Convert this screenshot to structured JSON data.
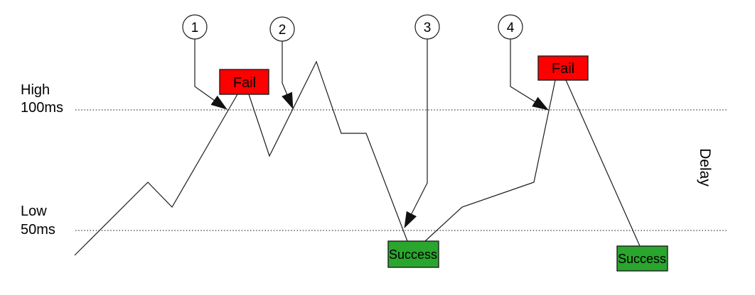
{
  "thresholds": {
    "high": {
      "label": "High",
      "value": "100ms"
    },
    "low": {
      "label": "Low",
      "value": "50ms"
    }
  },
  "axis": {
    "label": "Delay"
  },
  "boxes": {
    "fail_label": "Fail",
    "success_label": "Success"
  },
  "callouts": [
    {
      "number": "1"
    },
    {
      "number": "2"
    },
    {
      "number": "3"
    },
    {
      "number": "4"
    }
  ],
  "colors": {
    "fail_fill": "#ff0000",
    "success_fill": "#2aa52e"
  },
  "curve": {
    "segments": [
      "105,360 208,257 242,292 334,133",
      "350,133 379,220 445,87 480,188 515,188 573,340",
      "598,340 650,292 751,257 781,113",
      "796,113 900,347"
    ]
  },
  "leaders": [
    "274,55 274,122 319,154",
    "397,58 397,117 412,153",
    "601,55 601,258 569,321",
    "718,55 718,122 771,155"
  ]
}
